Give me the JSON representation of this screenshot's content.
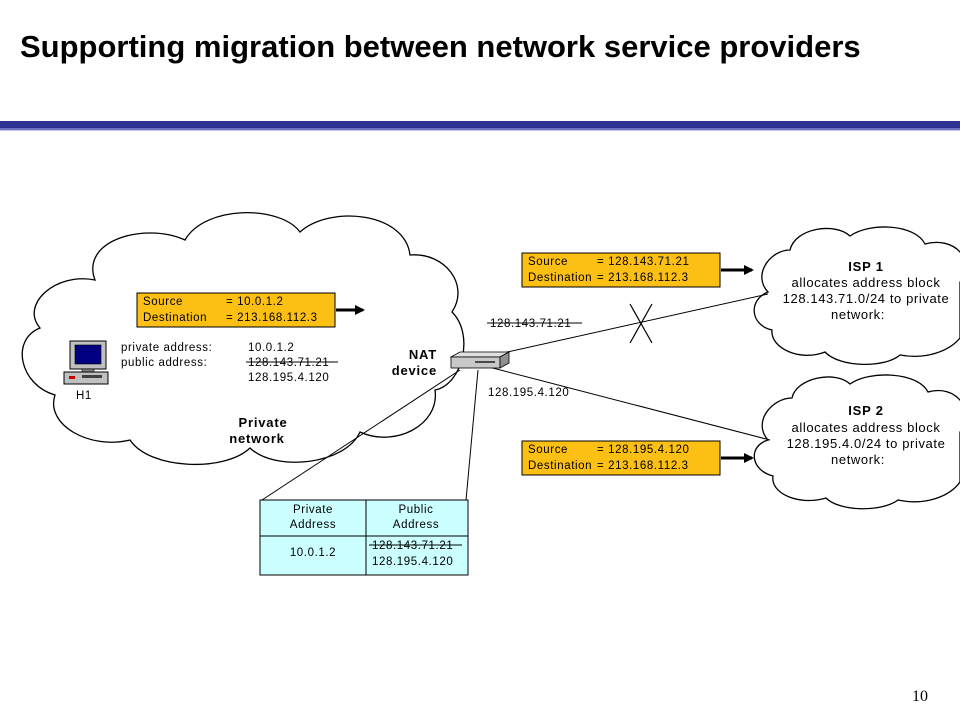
{
  "title": "Supporting migration between network service providers",
  "page_number": "10",
  "colors": {
    "accent": "#2e3192",
    "packet_fill": "#fcbf14",
    "table_fill": "#ccffff"
  },
  "host": {
    "label": "H1",
    "icon": "desktop-computer-icon"
  },
  "host_addresses": {
    "private_label": "private address:",
    "private_value": "10.0.1.2",
    "public_label": "public address:",
    "public_old": "128.143.71.21",
    "public_new": "128.195.4.120"
  },
  "private_network": {
    "line1": "Private",
    "line2": "network"
  },
  "packet_private": {
    "k1": "Source",
    "v1": "= 10.0.1.2",
    "k2": "Destination",
    "v2": "= 213.168.112.3"
  },
  "nat": {
    "line1": "NAT",
    "line2": "device",
    "icon": "router-icon"
  },
  "link_isp1_address": "128.143.71.21",
  "link_isp2_address": "128.195.4.120",
  "packet_isp1": {
    "k1": "Source",
    "v1": "= 128.143.71.21",
    "k2": "Destination",
    "v2": "= 213.168.112.3"
  },
  "packet_isp2": {
    "k1": "Source",
    "v1": "= 128.195.4.120",
    "k2": "Destination",
    "v2": "= 213.168.112.3"
  },
  "isp1": {
    "name": "ISP 1",
    "line1": "allocates address block",
    "line2": "128.143.71.0/24 to private",
    "line3": "network:"
  },
  "isp2": {
    "name": "ISP 2",
    "line1": "allocates address block",
    "line2": "128.195.4.0/24 to private",
    "line3": "network:"
  },
  "nat_table": {
    "header_private_1": "Private",
    "header_private_2": "Address",
    "header_public_1": "Public",
    "header_public_2": "Address",
    "row_private": "10.0.1.2",
    "row_public_old": "128.143.71.21",
    "row_public_new": "128.195.4.120"
  }
}
